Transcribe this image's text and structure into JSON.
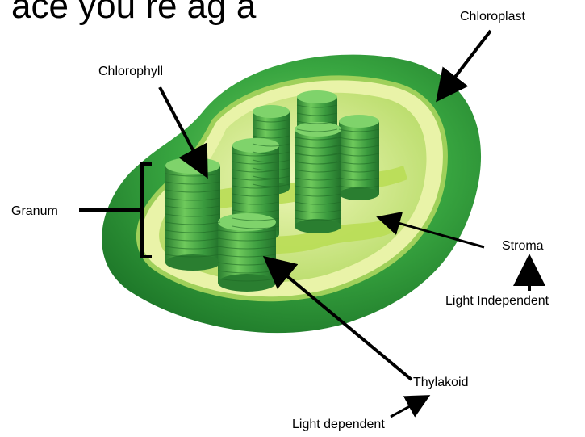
{
  "header": {
    "title_fragment": "ace you re ag a"
  },
  "labels": {
    "chloroplast": "Chloroplast",
    "chlorophyll": "Chlorophyll",
    "granum": "Granum",
    "stroma": "Stroma",
    "light_independent": "Light Independent",
    "thylakoid": "Thylakoid",
    "light_dependent": "Light dependent"
  },
  "colors": {
    "outer_membrane": "#2f9a3a",
    "outer_membrane_light": "#7ccf63",
    "inner_membrane": "#e9f3a8",
    "stroma": "#c8e37a",
    "thylakoid_stack": "#3a9a3e",
    "thylakoid_highlight": "#7fd36b",
    "lamellae": "#b9dd55",
    "arrow": "#000000"
  }
}
